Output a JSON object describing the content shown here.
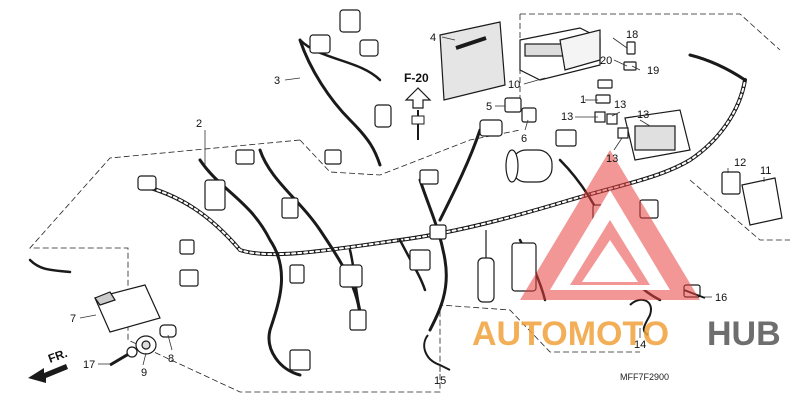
{
  "callouts": {
    "c1": "1",
    "c2": "2",
    "c3": "3",
    "c4": "4",
    "c5": "5",
    "c6": "6",
    "c7": "7",
    "c8": "8",
    "c9": "9",
    "c10": "10",
    "c11": "11",
    "c12": "12",
    "c13a": "13",
    "c13b": "13",
    "c13c": "13",
    "c13d": "13",
    "c14": "14",
    "c15": "15",
    "c16": "16",
    "c17": "17",
    "c18": "18",
    "c19": "19",
    "c20": "20"
  },
  "reference": "F-20",
  "front_label": "FR.",
  "diagram_code": "MFF7F2900",
  "watermark": {
    "word1": "AUTOMOTO",
    "word2": "HUB"
  },
  "colors": {
    "line": "#1a1a1a",
    "watermark_red": "#e8423f",
    "watermark_orange": "#f2a23b",
    "watermark_gray": "#555555"
  }
}
